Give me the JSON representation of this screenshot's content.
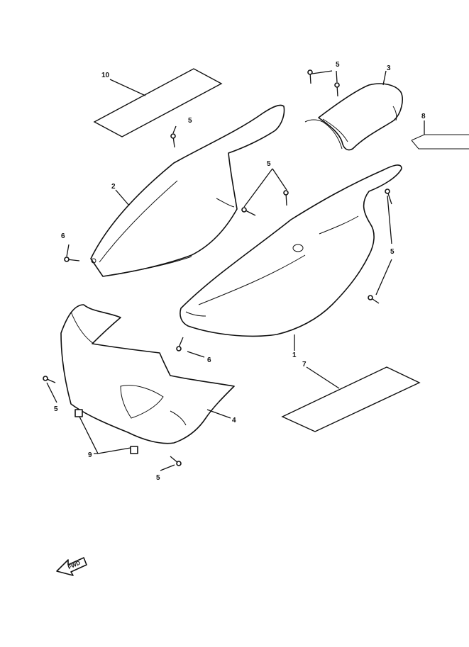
{
  "callouts": {
    "c1": "1",
    "c2": "2",
    "c3": "3",
    "c4": "4",
    "c5a": "5",
    "c5b": "5",
    "c5c": "5",
    "c5d": "5",
    "c5e": "5",
    "c5f": "5",
    "c6a": "6",
    "c6b": "6",
    "c7": "7",
    "c8": "8",
    "c9": "9",
    "c10": "10"
  },
  "fwd_label": "FWD"
}
